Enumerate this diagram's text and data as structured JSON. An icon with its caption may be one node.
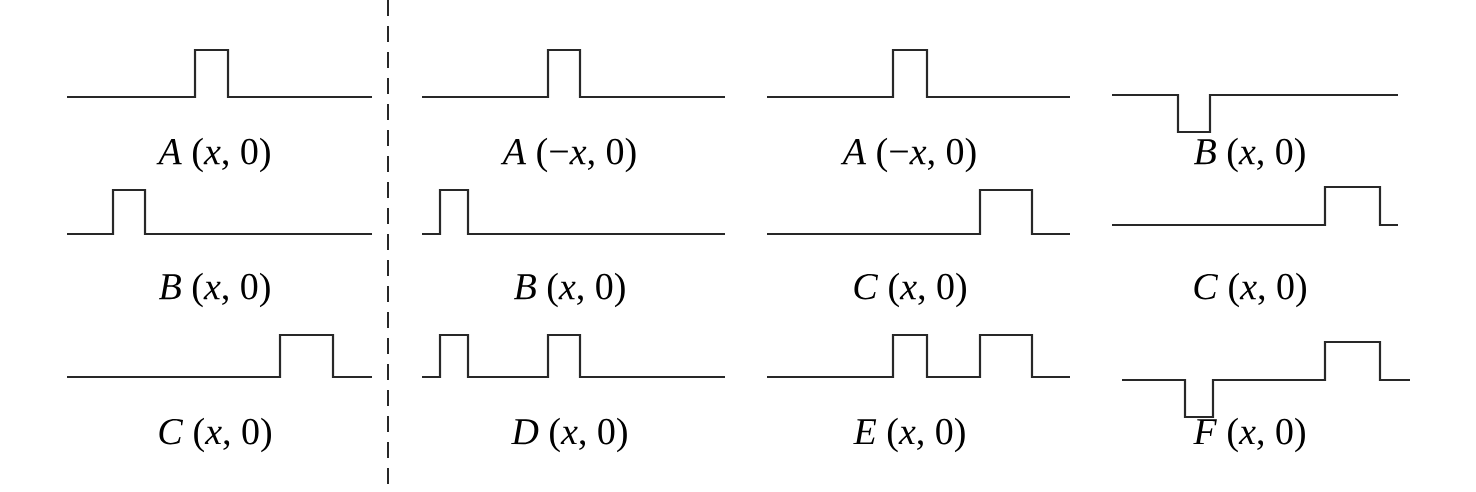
{
  "diagram": {
    "labels": [
      "*A* (*x*, 0)",
      "*A* (−*x*, 0)",
      "*A* (−*x*, 0)",
      "*B* (*x*, 0)",
      "*B* (*x*, 0)",
      "*B* (*x*, 0)",
      "*C* (*x*, 0)",
      "*C* (*x*, 0)",
      "*C* (*x*, 0)",
      "*D* (*x*, 0)",
      "*E* (*x*, 0)",
      "*F* (*x*, 0)"
    ]
  }
}
